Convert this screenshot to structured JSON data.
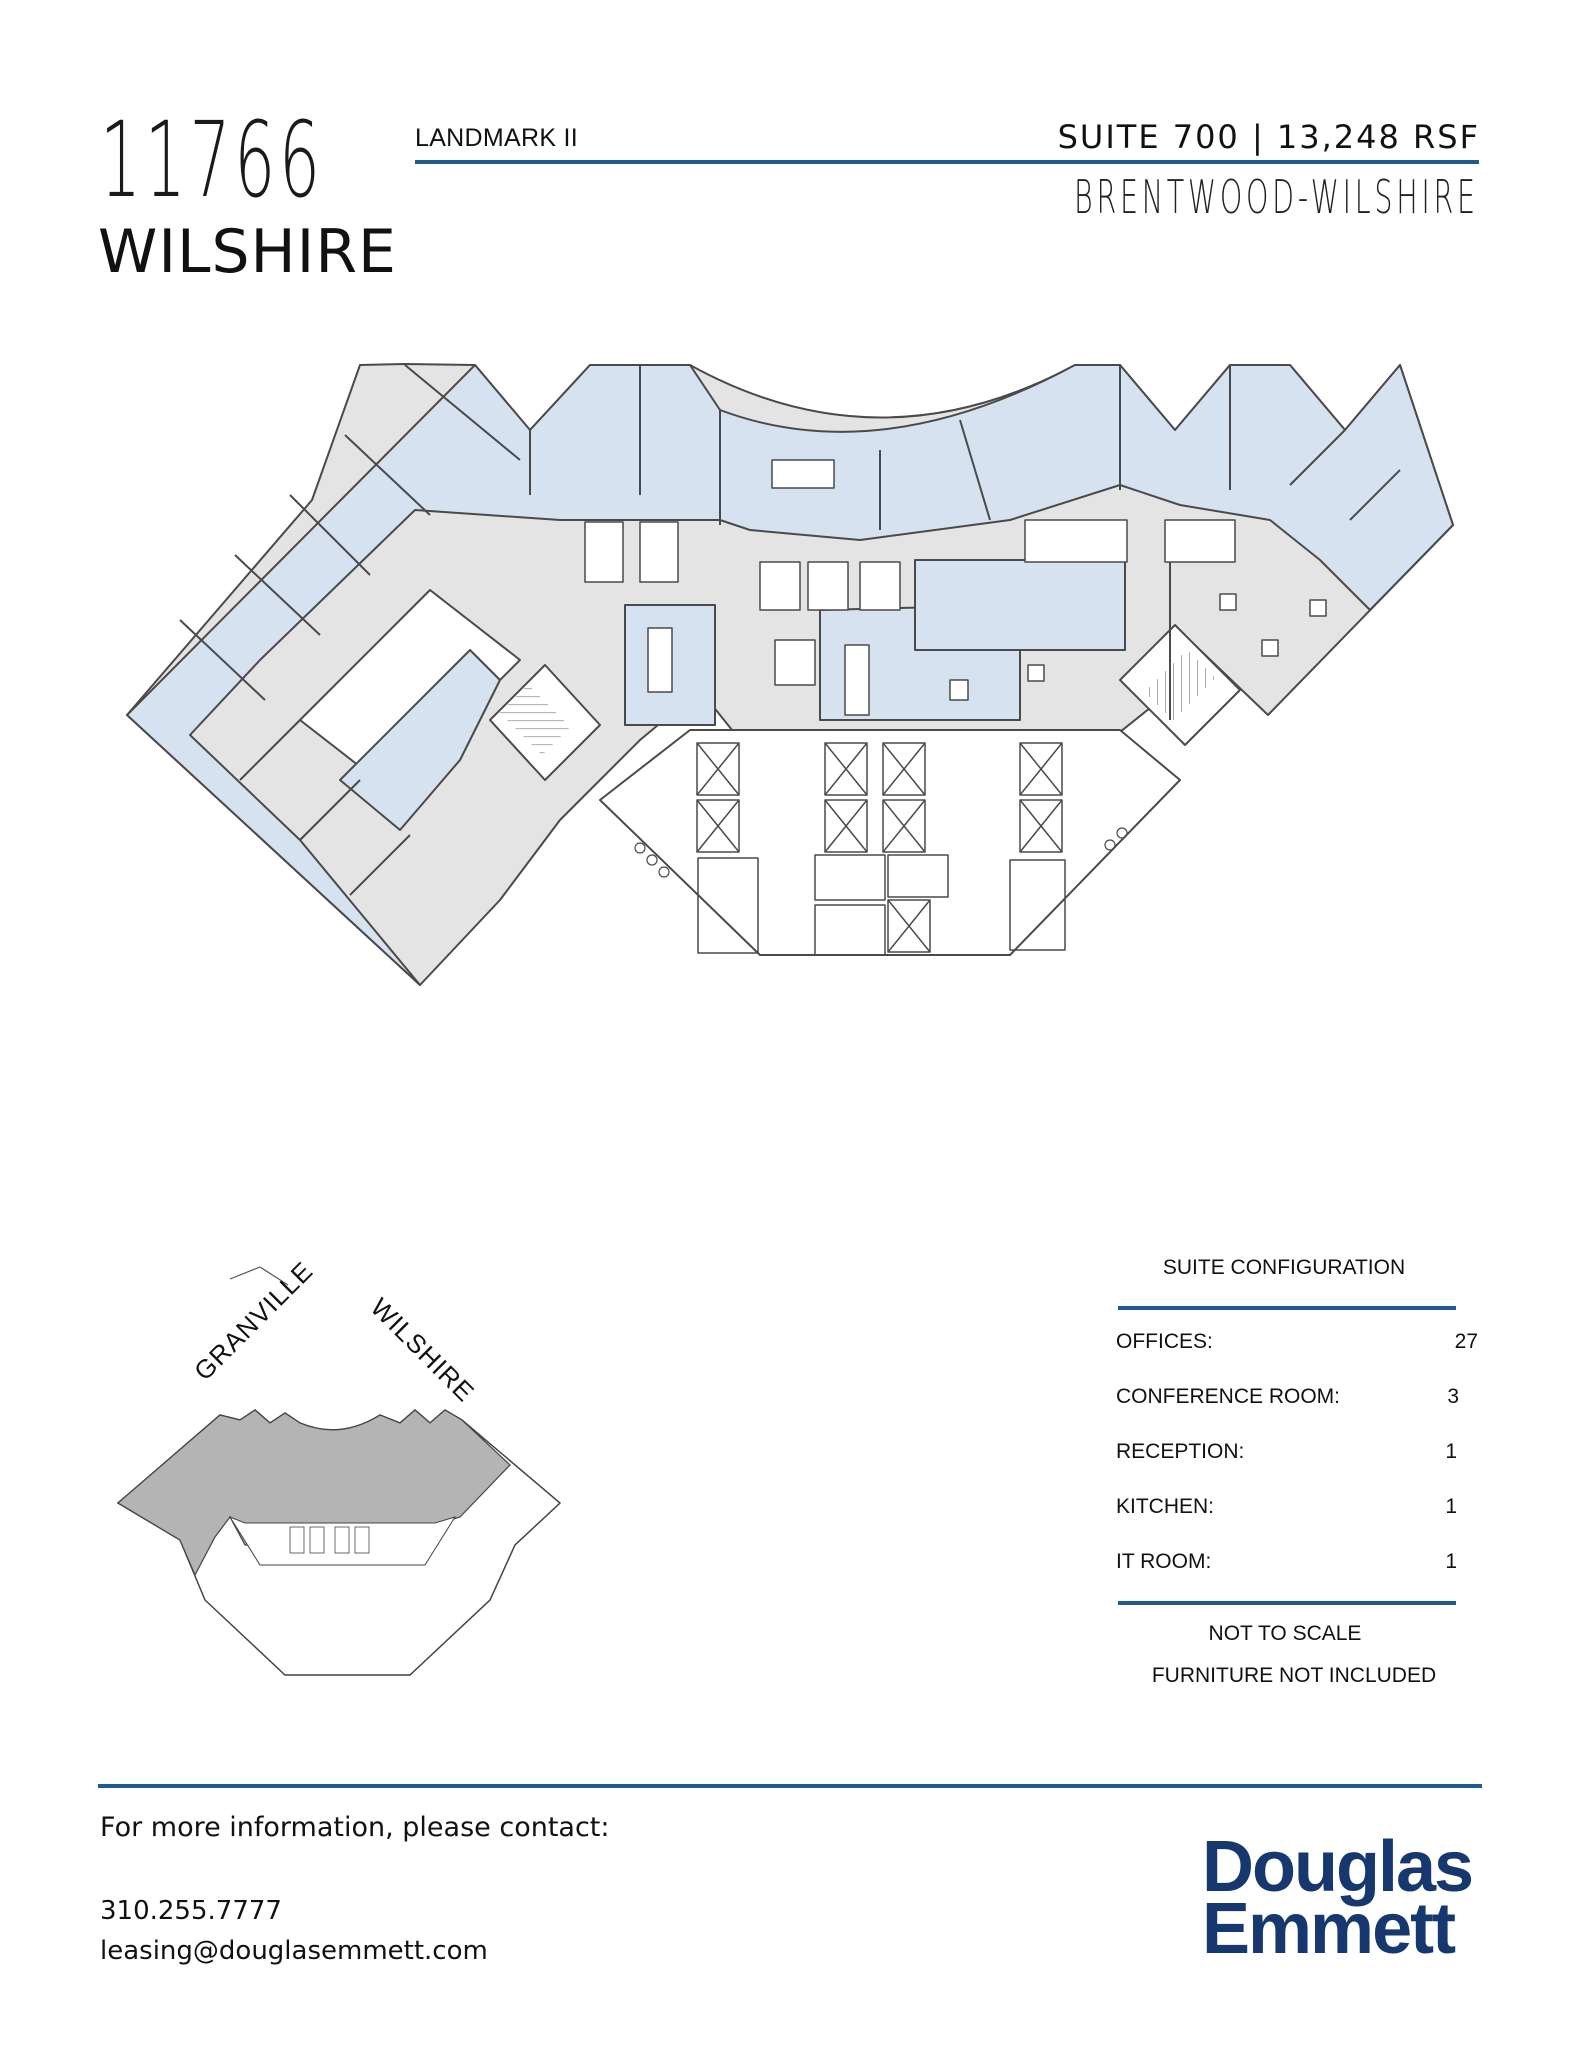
{
  "header": {
    "address_number": "11766",
    "street_name": "WILSHIRE",
    "building_name": "LANDMARK II",
    "suite_info": "SUITE 700 | 13,248 RSF",
    "submarket": "BRENTWOOD-WILSHIRE"
  },
  "floor_plan": {
    "office_fill": "#d6e2ef",
    "corridor_fill": "#e4e4e4",
    "wall_color": "#4a4a4a"
  },
  "key_plan": {
    "street_labels": [
      "GRANVILLE",
      "WILSHIRE"
    ],
    "highlight_fill": "#b4b4b4"
  },
  "suite_configuration": {
    "title": "SUITE CONFIGURATION",
    "rows": [
      {
        "label": "OFFICES:",
        "value": "27"
      },
      {
        "label": "CONFERENCE ROOM:",
        "value": "3"
      },
      {
        "label": "RECEPTION:",
        "value": "1"
      },
      {
        "label": "KITCHEN:",
        "value": "1"
      },
      {
        "label": "IT ROOM:",
        "value": "1"
      }
    ],
    "notes": [
      "NOT TO SCALE",
      "FURNITURE NOT INCLUDED"
    ]
  },
  "contact": {
    "heading": "For more information, please contact:",
    "phone": "310.255.7777",
    "email": "leasing@douglasemmett.com"
  },
  "logo": {
    "line1": "Douglas",
    "line2": "Emmett",
    "color": "#17386e"
  },
  "accent_color": "#1f5b8f"
}
